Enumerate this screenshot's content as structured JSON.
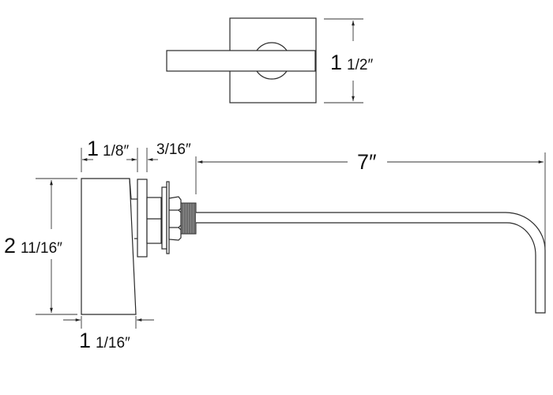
{
  "top_view": {
    "height_dim": {
      "whole": "1",
      "fraction": "1/2″"
    }
  },
  "side_view": {
    "height_dim": {
      "whole": "2",
      "fraction": "11/16″"
    },
    "width_top_dim": {
      "whole": "1",
      "fraction": "1/8″"
    },
    "flange_dim": {
      "fraction": "3/16″"
    },
    "spout_dim": {
      "whole": "7″"
    },
    "width_bottom_dim": {
      "whole": "1",
      "fraction": "1/16″"
    }
  },
  "colors": {
    "line": "#2a2a2a",
    "background": "#ffffff"
  }
}
